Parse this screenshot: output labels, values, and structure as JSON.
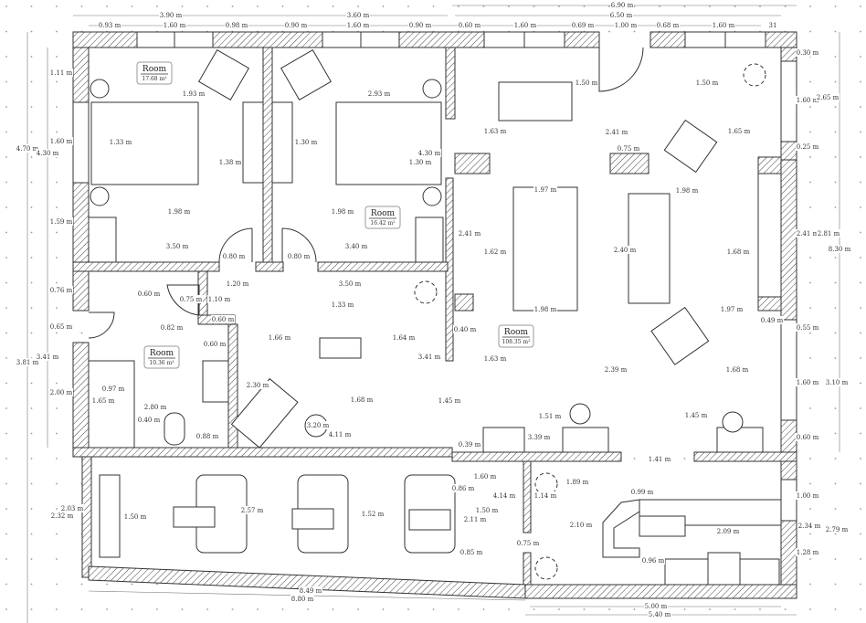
{
  "colors": {
    "background": "#ffffff",
    "lines": "#333333",
    "grid_dots": "#999999"
  },
  "rooms": [
    {
      "name": "Room",
      "area": "17.68 m²"
    },
    {
      "name": "Room",
      "area": "16.42 m²"
    },
    {
      "name": "Room",
      "area": "10.36 m²"
    },
    {
      "name": "Room",
      "area": "108.35 m²"
    }
  ],
  "dims": [
    "3.90 m",
    "3.60 m",
    "0.93 m",
    "1.60 m",
    "0.98 m",
    "0.90 m",
    "1.60 m",
    "0.90 m",
    "6.90 m",
    "6.50 m",
    "0.60 m",
    "1.60 m",
    "0.69 m",
    "1.00 m",
    "0.68 m",
    "1.60 m",
    "31",
    "4.70 m",
    "4.30 m",
    "1.11 m",
    "1.60 m",
    "1.59 m",
    "1.93 m",
    "1.33 m",
    "1.38 m",
    "1.98 m",
    "3.50 m",
    "0.80 m",
    "1.30 m",
    "2.93 m",
    "1.30 m",
    "4.30 m",
    "1.98 m",
    "3.40 m",
    "0.80 m",
    "1.50 m",
    "1.50 m",
    "1.63 m",
    "2.41 m",
    "1.65 m",
    "0.75 m",
    "1.97 m",
    "1.98 m",
    "2.41 m",
    "1.62 m",
    "2.40 m",
    "1.68 m",
    "0.30 m",
    "1.60 m",
    "2.65 m",
    "0.25 m",
    "2.41 m",
    "2.81 m",
    "8.30 m",
    "1.98 m",
    "0.40 m",
    "1.63 m",
    "2.39 m",
    "1.68 m",
    "1.97 m",
    "0.49 m",
    "0.55 m",
    "1.60 m",
    "3.10 m",
    "1.45 m",
    "1.51 m",
    "1.45 m",
    "0.39 m",
    "3.39 m",
    "0.60 m",
    "1.41 m",
    "0.76 m",
    "0.65 m",
    "3.81 m",
    "3.41 m",
    "2.00 m",
    "0.60 m",
    "0.75 m",
    "1.10 m",
    "1.20 m",
    "3.50 m",
    "0.60 m",
    "0.82 m",
    "0.60 m",
    "1.33 m",
    "1.66 m",
    "1.64 m",
    "3.41 m",
    "2.30 m",
    "0.97 m",
    "1.65 m",
    "2.80 m",
    "0.40 m",
    "1.68 m",
    "3.20 m",
    "0.88 m",
    "4.11 m",
    "2.03 m",
    "2.32 m",
    "1.50 m",
    "2.57 m",
    "1.52 m",
    "8.49 m",
    "8.80 m",
    "1.60 m",
    "0.86 m",
    "1.89 m",
    "4.14 m",
    "1.14 m",
    "0.99 m",
    "1.50 m",
    "2.11 m",
    "2.10 m",
    "1.00 m",
    "2.34 m",
    "2.79 m",
    "2.09 m",
    "0.75 m",
    "0.85 m",
    "0.96 m",
    "1.28 m",
    "5.00 m",
    "5.40 m"
  ]
}
